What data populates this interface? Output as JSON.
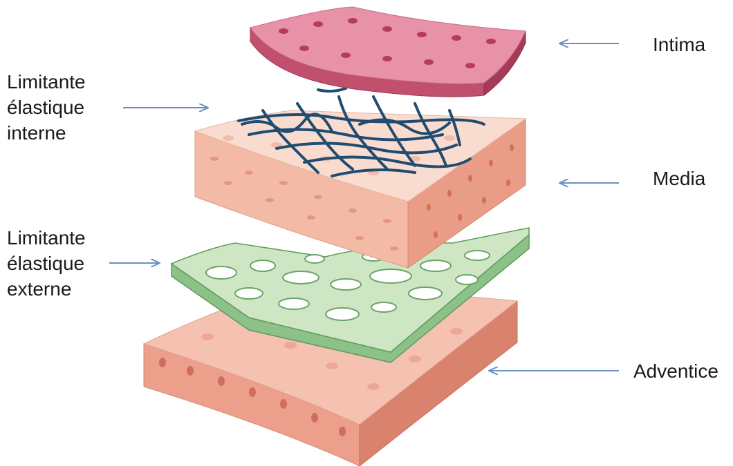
{
  "labels": {
    "intima": "Intima",
    "media": "Media",
    "adventice": "Adventice",
    "internal": [
      "Limitante",
      "élastique",
      "interne"
    ],
    "external": [
      "Limitante",
      "élastique",
      "externe"
    ]
  },
  "colors": {
    "arrow": "#6a8fc4",
    "intima_top": "#e2849c",
    "intima_side": "#c0506e",
    "media_top": "#f7d2c2",
    "media_side": "#f1b5a0",
    "elastic_internal": "#1f4c70",
    "elastic_external_top": "#cfe6c4",
    "elastic_external_side": "#8cc287",
    "adventice_top": "#f3b6a4",
    "adventice_side": "#e8907c",
    "nucleus_light": "#e89a8a",
    "nucleus_dark": "#b53c5a"
  }
}
